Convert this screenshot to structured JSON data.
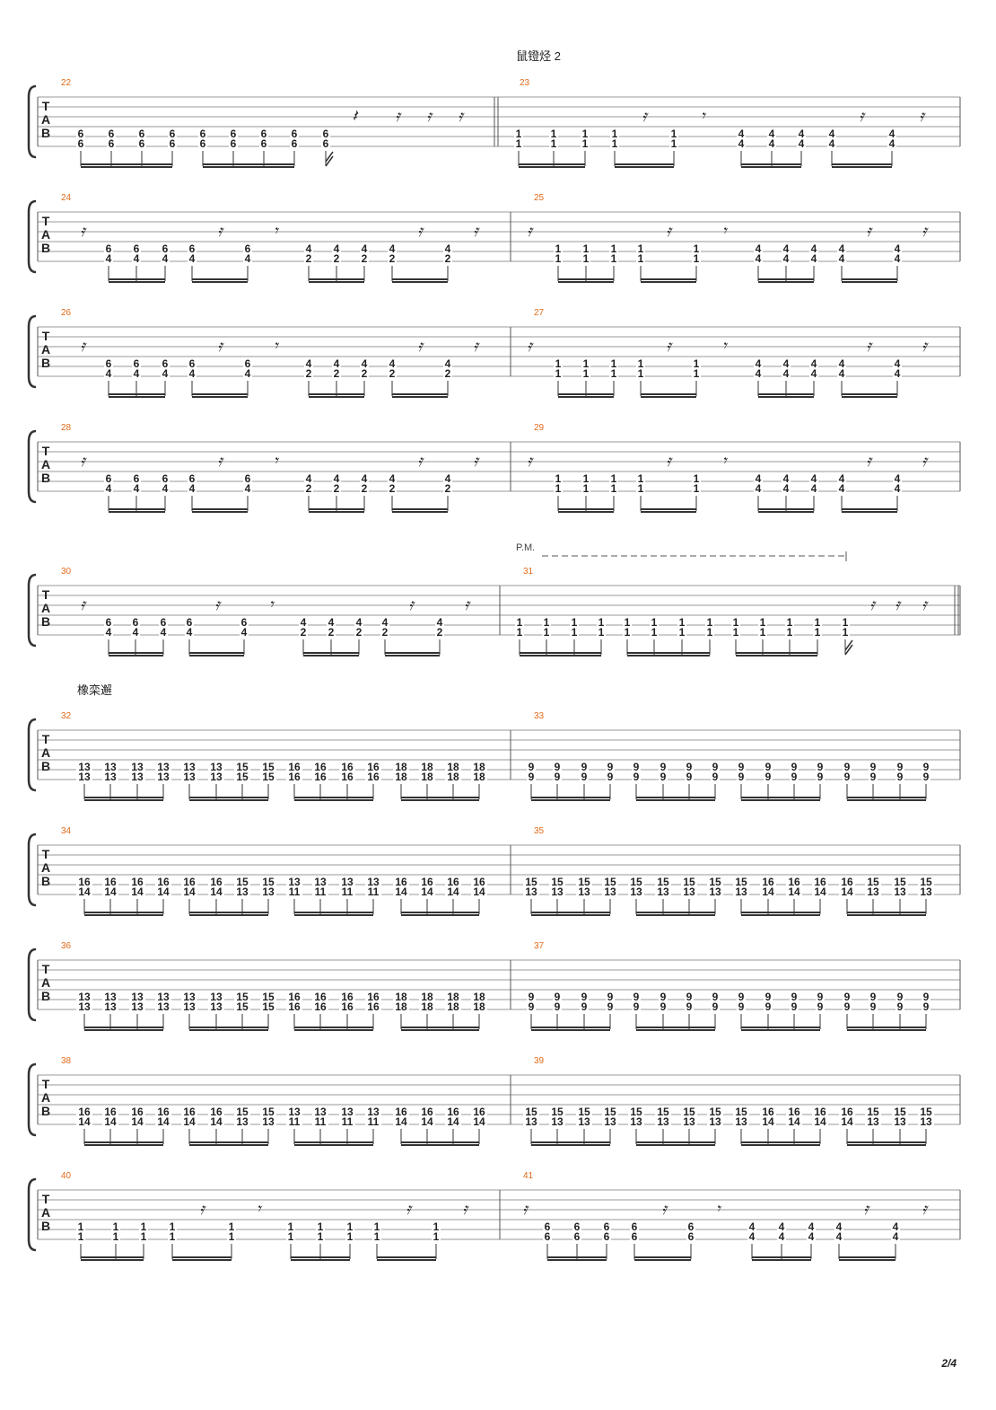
{
  "header": {
    "section_title": "鼠镫烃 2"
  },
  "page_number": "2/4",
  "systems": [
    {
      "measures": [
        {
          "number": "22",
          "notes": [
            [
              "6",
              "6"
            ],
            [
              "6",
              "6"
            ],
            [
              "6",
              "6"
            ],
            [
              "6",
              "6"
            ],
            [
              "6",
              "6"
            ],
            [
              "6",
              "6"
            ],
            [
              "6",
              "6"
            ],
            [
              "6",
              "6"
            ],
            [
              "6",
              "6"
            ]
          ]
        },
        {
          "number": "23",
          "notes": [
            [
              "1",
              "1"
            ],
            [
              "1",
              "1"
            ],
            [
              "1",
              "1"
            ],
            [
              "1",
              "1"
            ],
            [
              "1",
              "1"
            ],
            [
              "4",
              "4"
            ],
            [
              "4",
              "4"
            ],
            [
              "4",
              "4"
            ],
            [
              "4",
              "4"
            ],
            [
              "4",
              "4"
            ]
          ]
        }
      ]
    },
    {
      "measures": [
        {
          "number": "24",
          "notes": [
            [
              "6",
              "4"
            ],
            [
              "6",
              "4"
            ],
            [
              "6",
              "4"
            ],
            [
              "6",
              "4"
            ],
            [
              "6",
              "4"
            ],
            [
              "4",
              "2"
            ],
            [
              "4",
              "2"
            ],
            [
              "4",
              "2"
            ],
            [
              "4",
              "2"
            ],
            [
              "4",
              "2"
            ]
          ]
        },
        {
          "number": "25",
          "notes": [
            [
              "1",
              "1"
            ],
            [
              "1",
              "1"
            ],
            [
              "1",
              "1"
            ],
            [
              "1",
              "1"
            ],
            [
              "1",
              "1"
            ],
            [
              "4",
              "4"
            ],
            [
              "4",
              "4"
            ],
            [
              "4",
              "4"
            ],
            [
              "4",
              "4"
            ],
            [
              "4",
              "4"
            ]
          ]
        }
      ]
    },
    {
      "measures": [
        {
          "number": "26",
          "notes": [
            [
              "6",
              "4"
            ],
            [
              "6",
              "4"
            ],
            [
              "6",
              "4"
            ],
            [
              "6",
              "4"
            ],
            [
              "6",
              "4"
            ],
            [
              "4",
              "2"
            ],
            [
              "4",
              "2"
            ],
            [
              "4",
              "2"
            ],
            [
              "4",
              "2"
            ],
            [
              "4",
              "2"
            ]
          ]
        },
        {
          "number": "27",
          "notes": [
            [
              "1",
              "1"
            ],
            [
              "1",
              "1"
            ],
            [
              "1",
              "1"
            ],
            [
              "1",
              "1"
            ],
            [
              "1",
              "1"
            ],
            [
              "4",
              "4"
            ],
            [
              "4",
              "4"
            ],
            [
              "4",
              "4"
            ],
            [
              "4",
              "4"
            ],
            [
              "4",
              "4"
            ]
          ]
        }
      ]
    },
    {
      "measures": [
        {
          "number": "28",
          "notes": [
            [
              "6",
              "4"
            ],
            [
              "6",
              "4"
            ],
            [
              "6",
              "4"
            ],
            [
              "6",
              "4"
            ],
            [
              "6",
              "4"
            ],
            [
              "4",
              "2"
            ],
            [
              "4",
              "2"
            ],
            [
              "4",
              "2"
            ],
            [
              "4",
              "2"
            ],
            [
              "4",
              "2"
            ]
          ]
        },
        {
          "number": "29",
          "notes": [
            [
              "1",
              "1"
            ],
            [
              "1",
              "1"
            ],
            [
              "1",
              "1"
            ],
            [
              "1",
              "1"
            ],
            [
              "1",
              "1"
            ],
            [
              "4",
              "4"
            ],
            [
              "4",
              "4"
            ],
            [
              "4",
              "4"
            ],
            [
              "4",
              "4"
            ],
            [
              "4",
              "4"
            ]
          ]
        }
      ]
    },
    {
      "annotation": "P.M.",
      "measures": [
        {
          "number": "30",
          "notes": [
            [
              "6",
              "4"
            ],
            [
              "6",
              "4"
            ],
            [
              "6",
              "4"
            ],
            [
              "6",
              "4"
            ],
            [
              "6",
              "4"
            ],
            [
              "4",
              "2"
            ],
            [
              "4",
              "2"
            ],
            [
              "4",
              "2"
            ],
            [
              "4",
              "2"
            ],
            [
              "4",
              "2"
            ]
          ]
        },
        {
          "number": "31",
          "notes": [
            [
              "1",
              "1"
            ],
            [
              "1",
              "1"
            ],
            [
              "1",
              "1"
            ],
            [
              "1",
              "1"
            ],
            [
              "1",
              "1"
            ],
            [
              "1",
              "1"
            ],
            [
              "1",
              "1"
            ],
            [
              "1",
              "1"
            ],
            [
              "1",
              "1"
            ],
            [
              "1",
              "1"
            ],
            [
              "1",
              "1"
            ],
            [
              "1",
              "1"
            ],
            [
              "1",
              "1"
            ]
          ]
        }
      ]
    },
    {
      "section_label": "橡栾邂",
      "measures": [
        {
          "number": "32",
          "notes": [
            [
              "13",
              "13"
            ],
            [
              "13",
              "13"
            ],
            [
              "13",
              "13"
            ],
            [
              "13",
              "13"
            ],
            [
              "13",
              "13"
            ],
            [
              "13",
              "13"
            ],
            [
              "15",
              "15"
            ],
            [
              "15",
              "15"
            ],
            [
              "16",
              "16"
            ],
            [
              "16",
              "16"
            ],
            [
              "16",
              "16"
            ],
            [
              "16",
              "16"
            ],
            [
              "18",
              "18"
            ],
            [
              "18",
              "18"
            ],
            [
              "18",
              "18"
            ],
            [
              "18",
              "18"
            ]
          ]
        },
        {
          "number": "33",
          "notes": [
            [
              "9",
              "9"
            ],
            [
              "9",
              "9"
            ],
            [
              "9",
              "9"
            ],
            [
              "9",
              "9"
            ],
            [
              "9",
              "9"
            ],
            [
              "9",
              "9"
            ],
            [
              "9",
              "9"
            ],
            [
              "9",
              "9"
            ],
            [
              "9",
              "9"
            ],
            [
              "9",
              "9"
            ],
            [
              "9",
              "9"
            ],
            [
              "9",
              "9"
            ],
            [
              "9",
              "9"
            ],
            [
              "9",
              "9"
            ],
            [
              "9",
              "9"
            ],
            [
              "9",
              "9"
            ]
          ]
        }
      ]
    },
    {
      "measures": [
        {
          "number": "34",
          "notes": [
            [
              "16",
              "14"
            ],
            [
              "16",
              "14"
            ],
            [
              "16",
              "14"
            ],
            [
              "16",
              "14"
            ],
            [
              "16",
              "14"
            ],
            [
              "16",
              "14"
            ],
            [
              "15",
              "13"
            ],
            [
              "15",
              "13"
            ],
            [
              "13",
              "11"
            ],
            [
              "13",
              "11"
            ],
            [
              "13",
              "11"
            ],
            [
              "13",
              "11"
            ],
            [
              "16",
              "14"
            ],
            [
              "16",
              "14"
            ],
            [
              "16",
              "14"
            ],
            [
              "16",
              "14"
            ]
          ]
        },
        {
          "number": "35",
          "notes": [
            [
              "15",
              "13"
            ],
            [
              "15",
              "13"
            ],
            [
              "15",
              "13"
            ],
            [
              "15",
              "13"
            ],
            [
              "15",
              "13"
            ],
            [
              "15",
              "13"
            ],
            [
              "15",
              "13"
            ],
            [
              "15",
              "13"
            ],
            [
              "15",
              "13"
            ],
            [
              "16",
              "14"
            ],
            [
              "16",
              "14"
            ],
            [
              "16",
              "14"
            ],
            [
              "16",
              "14"
            ],
            [
              "15",
              "13"
            ],
            [
              "15",
              "13"
            ],
            [
              "15",
              "13"
            ]
          ]
        }
      ]
    },
    {
      "measures": [
        {
          "number": "36",
          "notes": [
            [
              "13",
              "13"
            ],
            [
              "13",
              "13"
            ],
            [
              "13",
              "13"
            ],
            [
              "13",
              "13"
            ],
            [
              "13",
              "13"
            ],
            [
              "13",
              "13"
            ],
            [
              "15",
              "15"
            ],
            [
              "15",
              "15"
            ],
            [
              "16",
              "16"
            ],
            [
              "16",
              "16"
            ],
            [
              "16",
              "16"
            ],
            [
              "16",
              "16"
            ],
            [
              "18",
              "18"
            ],
            [
              "18",
              "18"
            ],
            [
              "18",
              "18"
            ],
            [
              "18",
              "18"
            ]
          ]
        },
        {
          "number": "37",
          "notes": [
            [
              "9",
              "9"
            ],
            [
              "9",
              "9"
            ],
            [
              "9",
              "9"
            ],
            [
              "9",
              "9"
            ],
            [
              "9",
              "9"
            ],
            [
              "9",
              "9"
            ],
            [
              "9",
              "9"
            ],
            [
              "9",
              "9"
            ],
            [
              "9",
              "9"
            ],
            [
              "9",
              "9"
            ],
            [
              "9",
              "9"
            ],
            [
              "9",
              "9"
            ],
            [
              "9",
              "9"
            ],
            [
              "9",
              "9"
            ],
            [
              "9",
              "9"
            ],
            [
              "9",
              "9"
            ]
          ]
        }
      ]
    },
    {
      "measures": [
        {
          "number": "38",
          "notes": [
            [
              "16",
              "14"
            ],
            [
              "16",
              "14"
            ],
            [
              "16",
              "14"
            ],
            [
              "16",
              "14"
            ],
            [
              "16",
              "14"
            ],
            [
              "16",
              "14"
            ],
            [
              "15",
              "13"
            ],
            [
              "15",
              "13"
            ],
            [
              "13",
              "11"
            ],
            [
              "13",
              "11"
            ],
            [
              "13",
              "11"
            ],
            [
              "13",
              "11"
            ],
            [
              "16",
              "14"
            ],
            [
              "16",
              "14"
            ],
            [
              "16",
              "14"
            ],
            [
              "16",
              "14"
            ]
          ]
        },
        {
          "number": "39",
          "notes": [
            [
              "15",
              "13"
            ],
            [
              "15",
              "13"
            ],
            [
              "15",
              "13"
            ],
            [
              "15",
              "13"
            ],
            [
              "15",
              "13"
            ],
            [
              "15",
              "13"
            ],
            [
              "15",
              "13"
            ],
            [
              "15",
              "13"
            ],
            [
              "15",
              "13"
            ],
            [
              "16",
              "14"
            ],
            [
              "16",
              "14"
            ],
            [
              "16",
              "14"
            ],
            [
              "16",
              "14"
            ],
            [
              "15",
              "13"
            ],
            [
              "15",
              "13"
            ],
            [
              "15",
              "13"
            ]
          ]
        }
      ]
    },
    {
      "measures": [
        {
          "number": "40",
          "notes": [
            [
              "1",
              "1"
            ],
            [
              "1",
              "1"
            ],
            [
              "1",
              "1"
            ],
            [
              "1",
              "1"
            ],
            [
              "1",
              "1"
            ],
            [
              "1",
              "1"
            ],
            [
              "1",
              "1"
            ],
            [
              "1",
              "1"
            ],
            [
              "1",
              "1"
            ],
            [
              "1",
              "1"
            ]
          ]
        },
        {
          "number": "41",
          "notes": [
            [
              "6",
              "6"
            ],
            [
              "6",
              "6"
            ],
            [
              "6",
              "6"
            ],
            [
              "6",
              "6"
            ],
            [
              "6",
              "6"
            ],
            [
              "4",
              "4"
            ],
            [
              "4",
              "4"
            ],
            [
              "4",
              "4"
            ],
            [
              "4",
              "4"
            ],
            [
              "4",
              "4"
            ]
          ]
        }
      ]
    }
  ]
}
